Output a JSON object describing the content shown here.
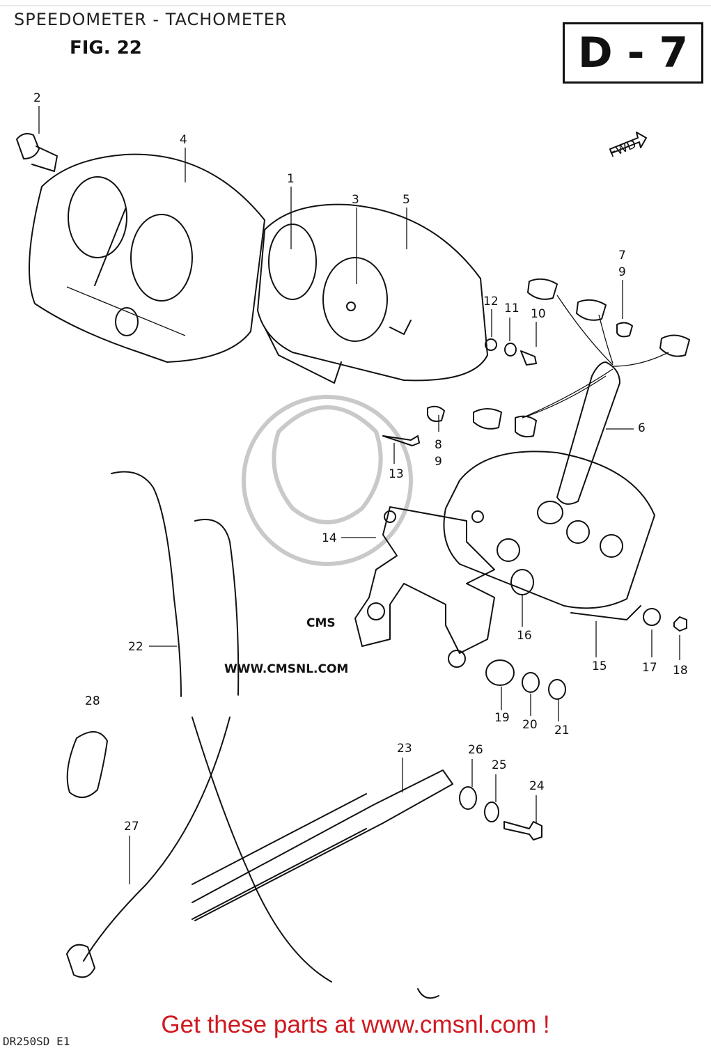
{
  "header": {
    "title": "SPEEDOMETER - TACHOMETER",
    "figure": "FIG. 22",
    "section_code": "D - 7"
  },
  "direction_marker": "FWD",
  "callouts": [
    "1",
    "2",
    "3",
    "4",
    "5",
    "6",
    "7",
    "9",
    "12",
    "11",
    "10",
    "8",
    "9",
    "13",
    "14",
    "16",
    "15",
    "17",
    "18",
    "19",
    "20",
    "21",
    "22",
    "28",
    "23",
    "26",
    "25",
    "24",
    "27"
  ],
  "watermark": {
    "logo_text": "CMS",
    "url_text": "WWW.CMSNL.COM"
  },
  "footer": {
    "promo": "Get these parts at www.cmsnl.com !",
    "model_code": "DR250SD E1"
  },
  "colors": {
    "promo": "#d0181f",
    "line": "#111111",
    "watermark": "#c9c9c9"
  }
}
